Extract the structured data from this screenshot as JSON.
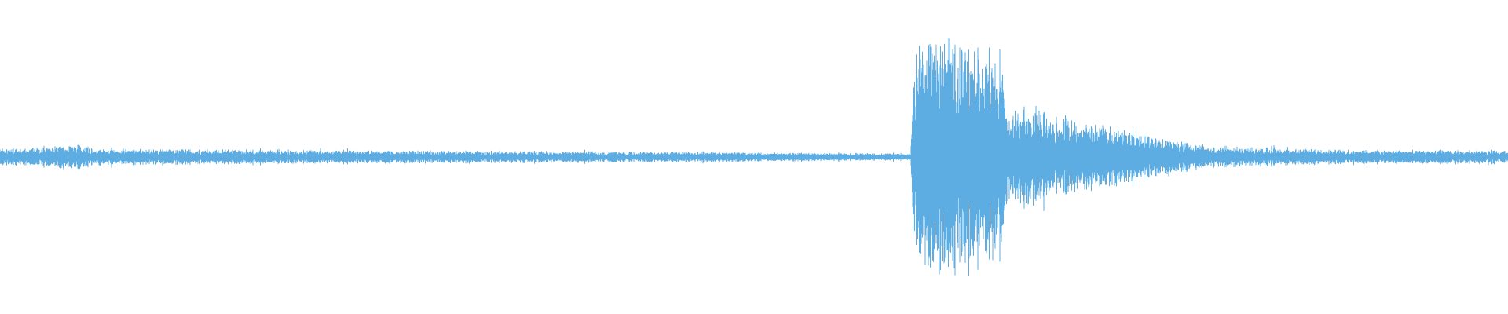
{
  "waveform": {
    "color": "#5dade2",
    "background": "#ffffff",
    "amplitude_profile": [
      {
        "t": 0.0,
        "amp": 0.06
      },
      {
        "t": 0.055,
        "amp": 0.085
      },
      {
        "t": 0.06,
        "amp": 0.06
      },
      {
        "t": 0.2,
        "amp": 0.05
      },
      {
        "t": 0.35,
        "amp": 0.042
      },
      {
        "t": 0.5,
        "amp": 0.035
      },
      {
        "t": 0.6,
        "amp": 0.025
      },
      {
        "t": 0.604,
        "amp": 0.025
      },
      {
        "t": 0.606,
        "amp": 0.78
      },
      {
        "t": 0.62,
        "amp": 0.86
      },
      {
        "t": 0.65,
        "amp": 0.8
      },
      {
        "t": 0.665,
        "amp": 0.74
      },
      {
        "t": 0.668,
        "amp": 0.3
      },
      {
        "t": 0.685,
        "amp": 0.38
      },
      {
        "t": 0.7,
        "amp": 0.3
      },
      {
        "t": 0.74,
        "amp": 0.22
      },
      {
        "t": 0.76,
        "amp": 0.16
      },
      {
        "t": 0.8,
        "amp": 0.08
      },
      {
        "t": 0.9,
        "amp": 0.05
      },
      {
        "t": 1.0,
        "amp": 0.05
      }
    ]
  }
}
